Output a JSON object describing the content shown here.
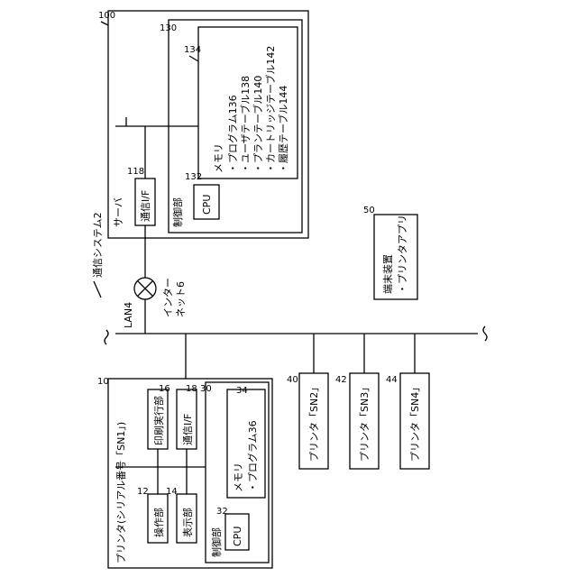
{
  "system_label": "通信システム2",
  "lan_label": "LAN4",
  "internet_label": [
    "インター",
    "ネット6"
  ],
  "server": {
    "ref": "100",
    "title": "サーバ",
    "comm_if": {
      "ref": "118",
      "label": "通信I/F"
    },
    "controller": {
      "ref": "130",
      "label": "制御部"
    },
    "cpu": {
      "ref": "132",
      "label": "CPU"
    },
    "memory": {
      "ref": "134",
      "title": "メモリ",
      "items": [
        "・プログラム136",
        "・ユーザテーブル138",
        "・プランテーブル140",
        "・カートリッジテーブル142",
        "・履歴テーブル144"
      ]
    }
  },
  "terminal": {
    "ref": "50",
    "lines": [
      "端末装置",
      "・プリンタアプリ"
    ]
  },
  "printer_main": {
    "ref": "10",
    "title": "プリンタ(シリアル番号「SN1」)",
    "operation": {
      "ref": "12",
      "label": "操作部"
    },
    "display": {
      "ref": "14",
      "label": "表示部"
    },
    "print_exec": {
      "ref": "16",
      "label": "印刷実行部"
    },
    "comm_if": {
      "ref": "18",
      "label": "通信I/F"
    },
    "controller": {
      "ref": "30",
      "label": "制御部"
    },
    "cpu": {
      "ref": "32",
      "label": "CPU"
    },
    "memory": {
      "ref": "34",
      "title": "メモリ",
      "items": [
        "・プログラム36"
      ]
    }
  },
  "printers": [
    {
      "ref": "40",
      "label": "プリンタ「SN2」"
    },
    {
      "ref": "42",
      "label": "プリンタ「SN3」"
    },
    {
      "ref": "44",
      "label": "プリンタ「SN4」"
    }
  ]
}
